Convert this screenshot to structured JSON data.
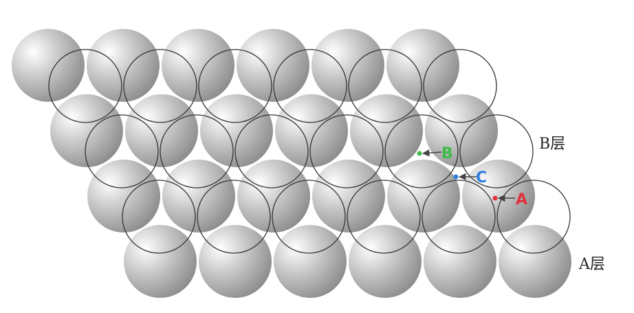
{
  "diagram": {
    "layers": {
      "a": {
        "label": "A层"
      },
      "b": {
        "label": "B层"
      }
    },
    "sites": [
      {
        "key": "b",
        "label": "B",
        "color": "#3dbb4a"
      },
      {
        "key": "c",
        "label": "C",
        "color": "#2e7fe0"
      },
      {
        "key": "a",
        "label": "A",
        "color": "#e0323c"
      }
    ],
    "colors": {
      "sphere_highlight": "#ffffff",
      "sphere_mid": "#c4c4c4",
      "sphere_dark": "#8e8e8e",
      "outline": "#333333",
      "arrow": "#444444"
    }
  }
}
